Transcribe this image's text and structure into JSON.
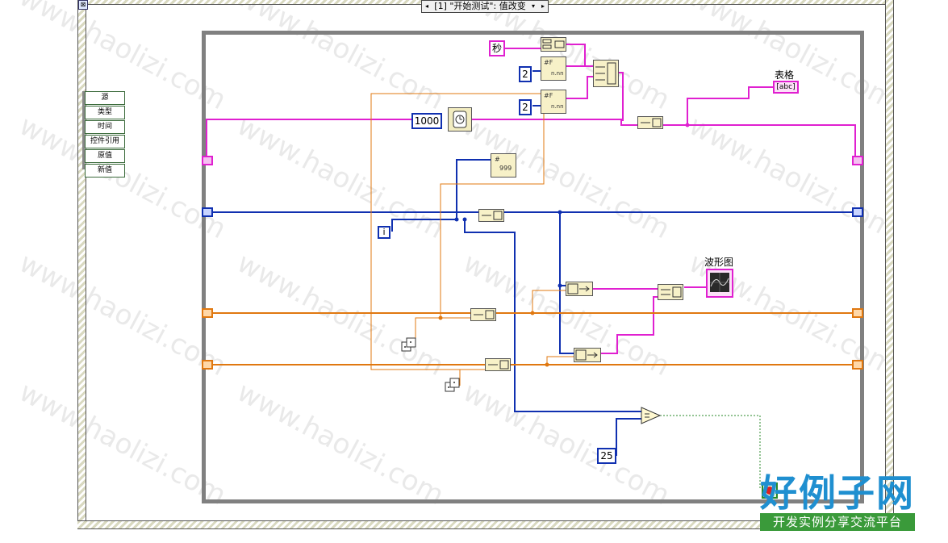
{
  "case_selector": {
    "label": "[1] \"开始测试\": 值改变"
  },
  "event_data_node": {
    "items": [
      "源",
      "类型",
      "时间",
      "控件引用",
      "原值",
      "新值"
    ]
  },
  "constants": {
    "units": "秒",
    "two_a": "2",
    "two_b": "2",
    "wait_ms": "1000",
    "iteration": "i",
    "compare_value": "25"
  },
  "indicators": {
    "table_label": "表格",
    "table_icon": "[abc]",
    "waveform_label": "波形图"
  },
  "icons": [
    "wait-ms-icon",
    "random-number-icon",
    "build-array-icon",
    "format-number-icon",
    "equal-compare-icon",
    "number-to-string-icon"
  ],
  "watermark": {
    "text": "www.haolizi.com",
    "brand": "好例子网",
    "slogan": "开发实例分享交流平台"
  },
  "colors": {
    "pink_wire": "#e020d0",
    "blue_wire": "#1030b0",
    "orange_wire": "#e07810",
    "green_wire": "#2a8a2a",
    "frame": "#808080"
  }
}
